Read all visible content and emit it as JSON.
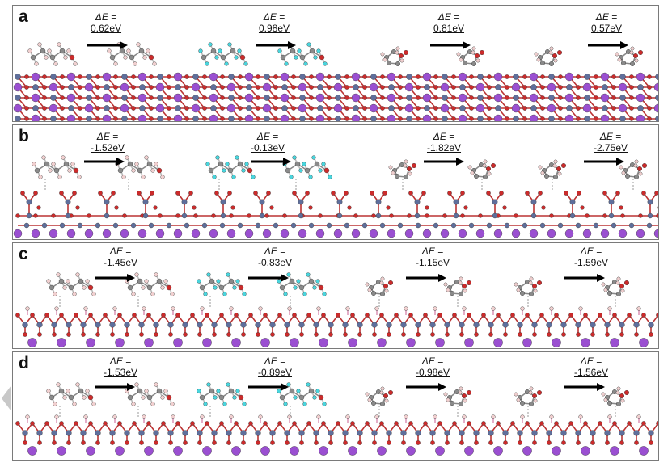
{
  "figure": {
    "panels": [
      {
        "label": "a",
        "energies": [
          "0.62eV",
          "0.98eV",
          "0.81eV",
          "0.57eV"
        ]
      },
      {
        "label": "b",
        "energies": [
          "-1.52eV",
          "-0.13eV",
          "-1.82eV",
          "-2.75eV"
        ]
      },
      {
        "label": "c",
        "energies": [
          "-1.45eV",
          "-0.83eV",
          "-1.15eV",
          "-1.59eV"
        ]
      },
      {
        "label": "d",
        "energies": [
          "-1.53eV",
          "-0.89eV",
          "-0.98eV",
          "-1.56eV"
        ]
      }
    ],
    "delta_symbol": "ΔE =",
    "molecules": [
      "propyl-chain",
      "fluorinated-chain",
      "ring",
      "ring-cluster"
    ],
    "colors": {
      "oxygen": "#cc2b2b",
      "metal": "#5f6f9c",
      "alkali": "#9a4fd1",
      "fluorine": "#49d4dc",
      "hydrogen": "#f0cfcf",
      "carbon": "#8a8a8a",
      "frame": "#7a7a7a"
    }
  }
}
